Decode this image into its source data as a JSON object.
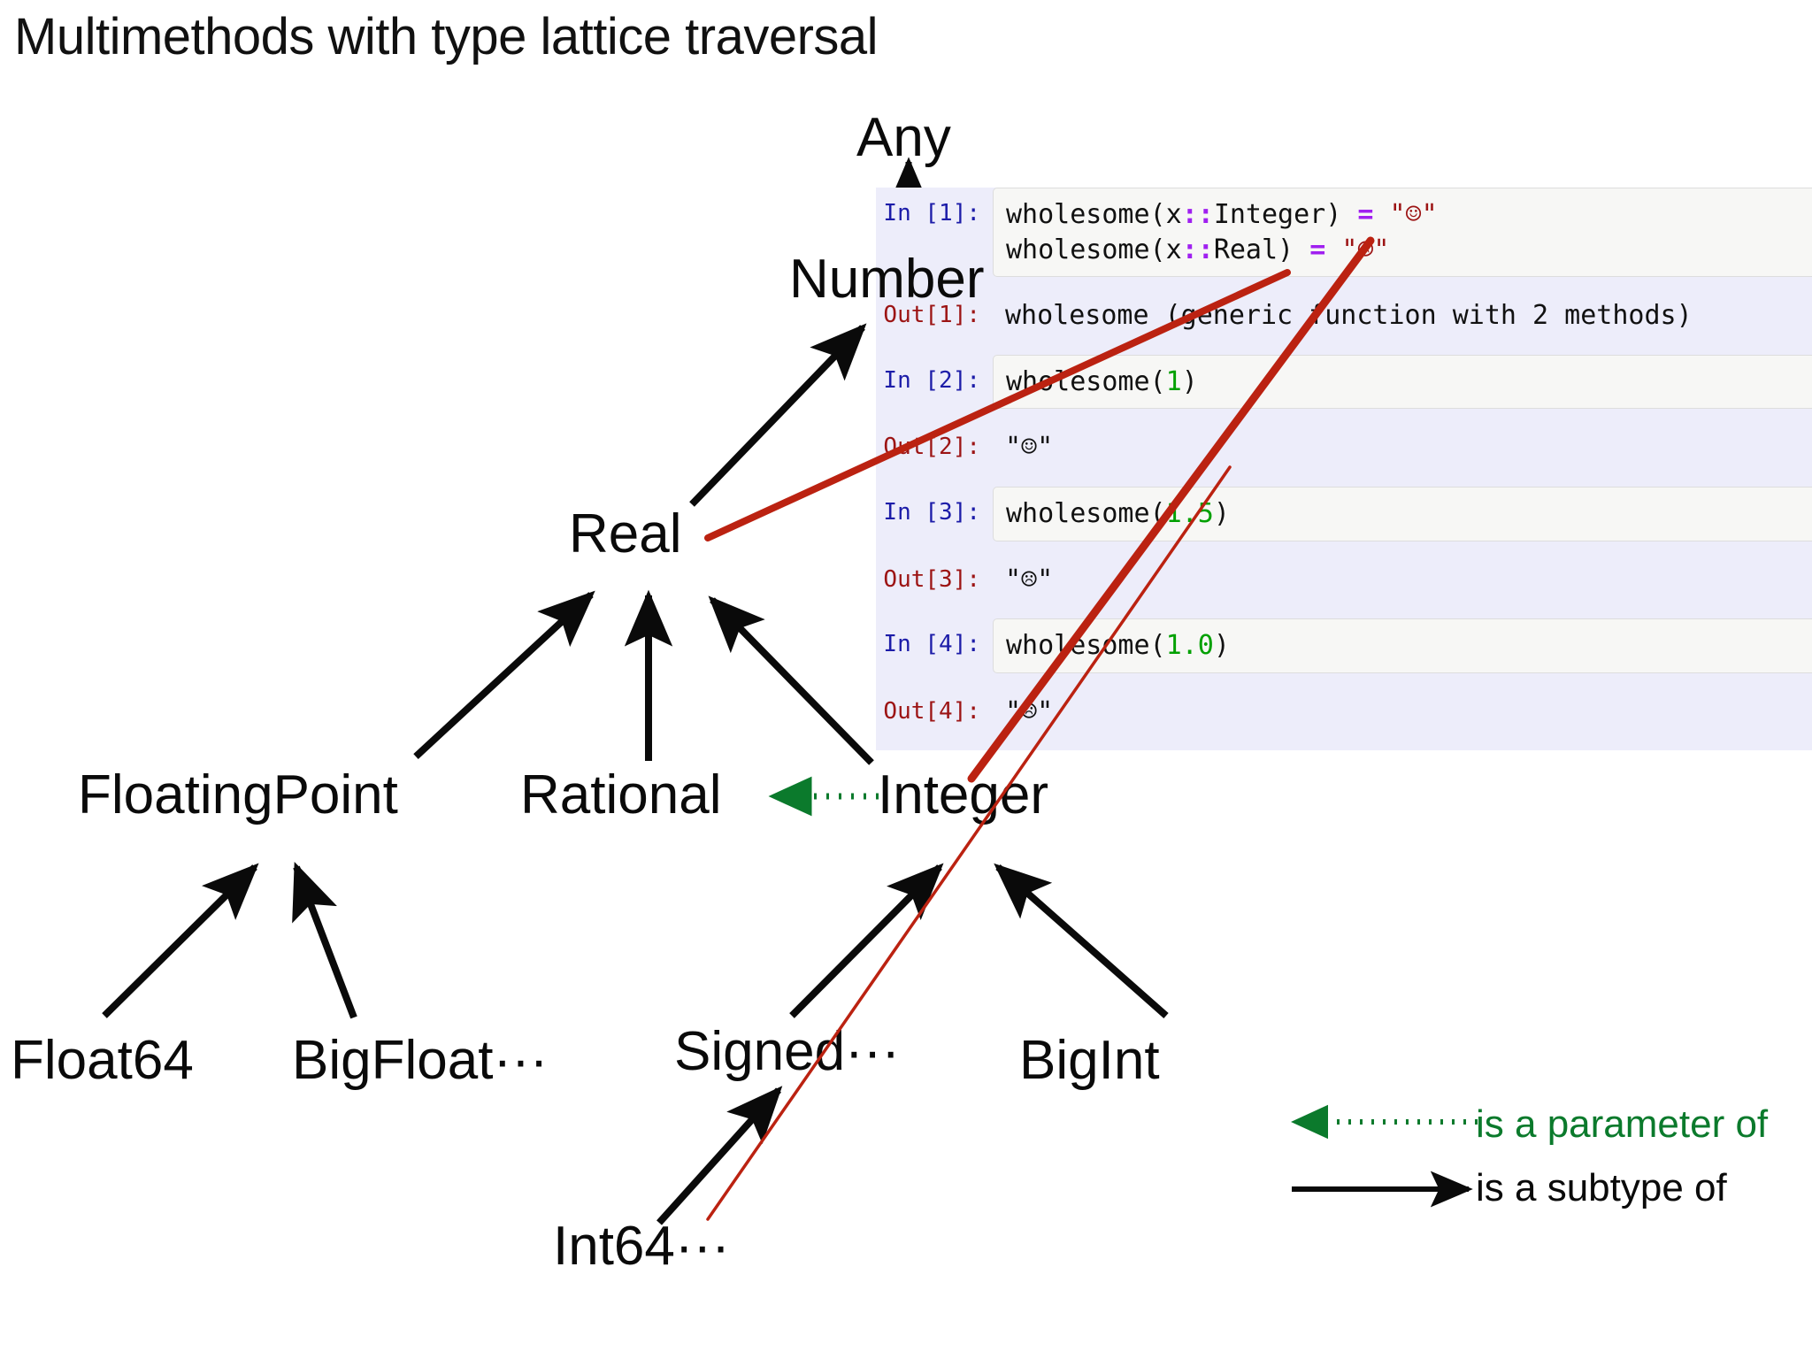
{
  "slide": {
    "title": "Multimethods with type lattice traversal"
  },
  "lattice": {
    "nodes": [
      {
        "id": "any",
        "label": "Any"
      },
      {
        "id": "number",
        "label": "Number"
      },
      {
        "id": "real",
        "label": "Real"
      },
      {
        "id": "floatingpoint",
        "label": "FloatingPoint"
      },
      {
        "id": "rational",
        "label": "Rational"
      },
      {
        "id": "integer",
        "label": "Integer"
      },
      {
        "id": "float64",
        "label": "Float64"
      },
      {
        "id": "bigfloat",
        "label": "BigFloat···"
      },
      {
        "id": "signed",
        "label": "Signed···"
      },
      {
        "id": "bigint",
        "label": "BigInt"
      },
      {
        "id": "int64",
        "label": "Int64···"
      }
    ],
    "subtype_edges": [
      {
        "from": "number",
        "to": "any"
      },
      {
        "from": "real",
        "to": "number"
      },
      {
        "from": "floatingpoint",
        "to": "real"
      },
      {
        "from": "rational",
        "to": "real"
      },
      {
        "from": "integer",
        "to": "real"
      },
      {
        "from": "float64",
        "to": "floatingpoint"
      },
      {
        "from": "bigfloat",
        "to": "floatingpoint"
      },
      {
        "from": "signed",
        "to": "integer"
      },
      {
        "from": "bigint",
        "to": "integer"
      },
      {
        "from": "int64",
        "to": "signed"
      }
    ],
    "parameter_edges": [
      {
        "from": "integer",
        "to": "rational"
      }
    ]
  },
  "notebook": {
    "cells": [
      {
        "kind": "in",
        "prompt": "In [1]:",
        "lines": [
          [
            {
              "t": "plain",
              "v": "wholesome(x"
            },
            {
              "t": "op",
              "v": "::"
            },
            {
              "t": "plain",
              "v": "Integer) "
            },
            {
              "t": "op",
              "v": "="
            },
            {
              "t": "plain",
              "v": " "
            },
            {
              "t": "str",
              "v": "\"☺\""
            }
          ],
          [
            {
              "t": "plain",
              "v": "wholesome(x"
            },
            {
              "t": "op",
              "v": "::"
            },
            {
              "t": "plain",
              "v": "Real) "
            },
            {
              "t": "op",
              "v": "="
            },
            {
              "t": "plain",
              "v": " "
            },
            {
              "t": "str",
              "v": "\"☹\""
            }
          ]
        ]
      },
      {
        "kind": "out",
        "prompt": "Out[1]:",
        "lines": [
          [
            {
              "t": "plain",
              "v": "wholesome (generic function with 2 methods)"
            }
          ]
        ]
      },
      {
        "kind": "in",
        "prompt": "In [2]:",
        "lines": [
          [
            {
              "t": "plain",
              "v": "wholesome("
            },
            {
              "t": "num",
              "v": "1"
            },
            {
              "t": "plain",
              "v": ")"
            }
          ]
        ]
      },
      {
        "kind": "out",
        "prompt": "Out[2]:",
        "lines": [
          [
            {
              "t": "plain",
              "v": "\"☺\""
            }
          ]
        ]
      },
      {
        "kind": "in",
        "prompt": "In [3]:",
        "lines": [
          [
            {
              "t": "plain",
              "v": "wholesome("
            },
            {
              "t": "num",
              "v": "1.5"
            },
            {
              "t": "plain",
              "v": ")"
            }
          ]
        ]
      },
      {
        "kind": "out",
        "prompt": "Out[3]:",
        "lines": [
          [
            {
              "t": "plain",
              "v": "\"☹\""
            }
          ]
        ]
      },
      {
        "kind": "in",
        "prompt": "In [4]:",
        "lines": [
          [
            {
              "t": "plain",
              "v": "wholesome("
            },
            {
              "t": "num",
              "v": "1.0"
            },
            {
              "t": "plain",
              "v": ")"
            }
          ]
        ]
      },
      {
        "kind": "out",
        "prompt": "Out[4]:",
        "lines": [
          [
            {
              "t": "plain",
              "v": "\"☹\""
            }
          ]
        ]
      }
    ]
  },
  "legend": {
    "items": [
      {
        "id": "parameter",
        "label": "is a parameter of",
        "style": "dotted",
        "color": "#0b7a2c",
        "arrow": "left"
      },
      {
        "id": "subtype",
        "label": "is a subtype of",
        "style": "solid",
        "color": "#000000",
        "arrow": "right"
      }
    ]
  },
  "colors": {
    "notebook_bg": "#ededfa",
    "code_bg": "#f7f7f5",
    "in_prompt": "#1c1ca8",
    "out_prompt": "#9c1414",
    "string": "#9c1414",
    "number": "#00a000",
    "operator": "#a020f0",
    "parameter_edge": "#0b7a2c",
    "subtype_edge": "#000000",
    "annotation": "#bb2211"
  }
}
